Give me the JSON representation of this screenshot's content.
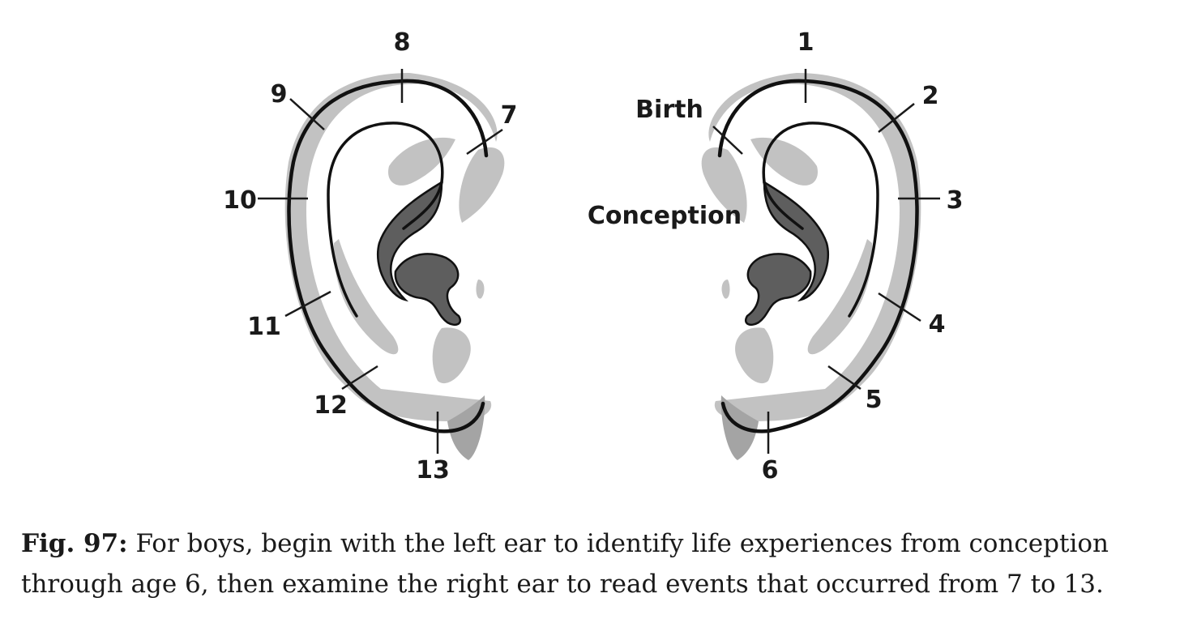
{
  "diagram": {
    "left_ear": {
      "labels": [
        "7",
        "8",
        "9",
        "10",
        "11",
        "12",
        "13"
      ]
    },
    "right_ear": {
      "labels": [
        "1",
        "2",
        "3",
        "4",
        "5",
        "6"
      ],
      "birth_label": "Birth",
      "conception_label": "Conception"
    }
  },
  "caption": {
    "fig_label": "Fig. 97:",
    "text": " For boys, begin with the left ear to identify life experiences from conception through age 6, then examine the right ear to read events that occurred from 7 to 13."
  }
}
